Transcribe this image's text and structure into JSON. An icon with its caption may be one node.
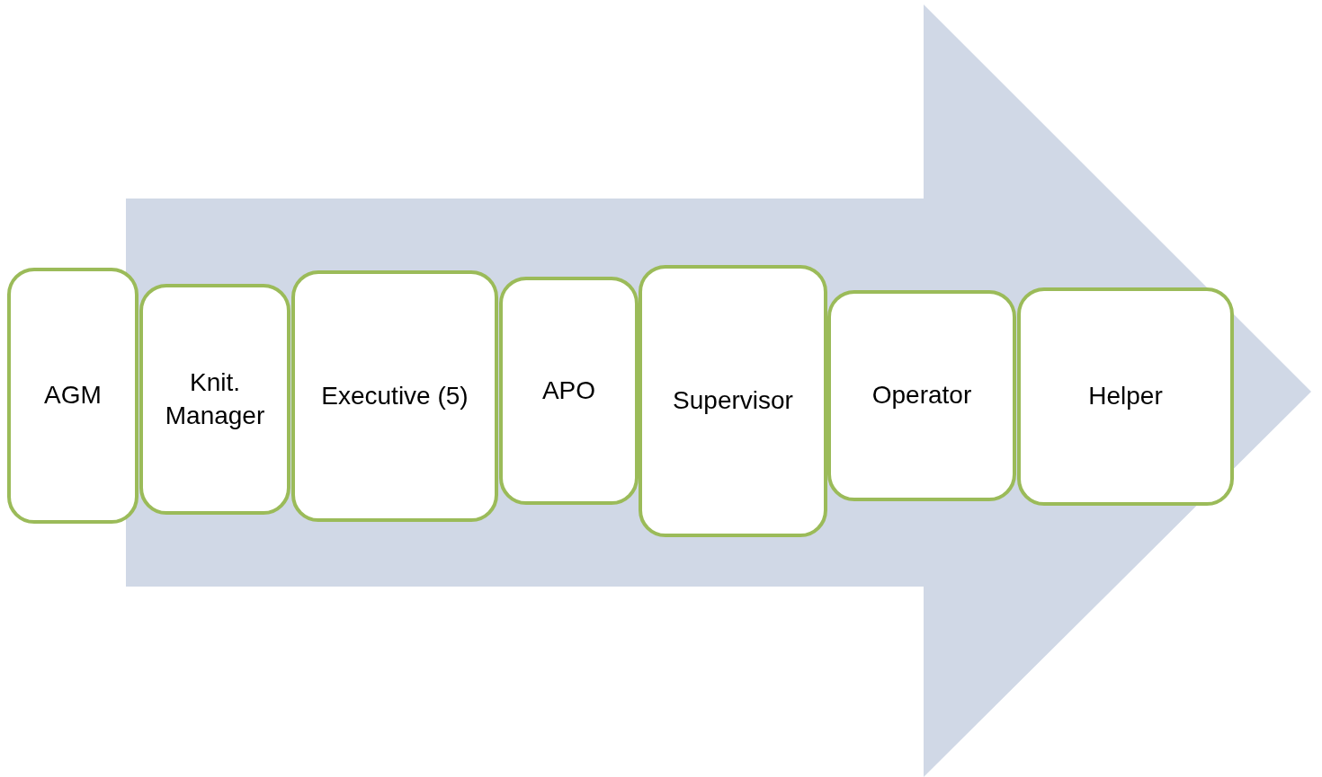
{
  "diagram": {
    "nodes": [
      {
        "text": [
          "AGM"
        ]
      },
      {
        "text": [
          "Knit. Manager"
        ]
      },
      {
        "text": [
          "Executive (5)"
        ]
      },
      {
        "text": [
          "APO"
        ]
      },
      {
        "text": [
          "Supervisor"
        ]
      },
      {
        "text": [
          "Operator"
        ]
      },
      {
        "text": [
          "Helper"
        ]
      }
    ],
    "edges": []
  }
}
